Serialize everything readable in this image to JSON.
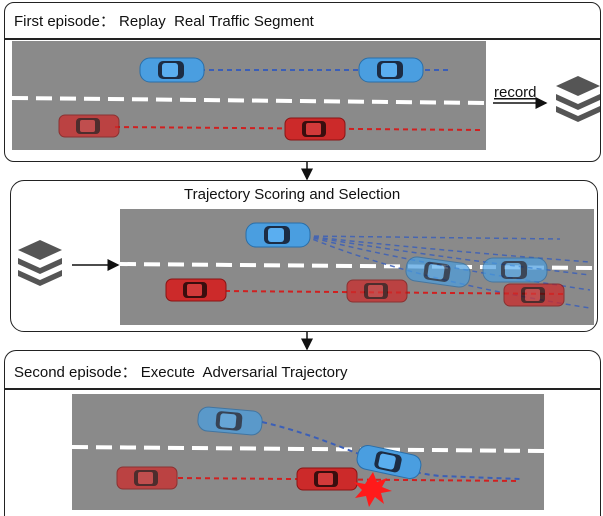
{
  "panel1": {
    "title": "First episode： Replay  Real Traffic Segment",
    "record_label": "record"
  },
  "panel2": {
    "title": "Trajectory Scoring and Selection"
  },
  "panel3": {
    "title": "Second episode： Execute  Adversarial Trajectory"
  },
  "colors": {
    "road": "#8a8a8a",
    "lane_mark": "#ffffff",
    "blue_car": "#4a9ee0",
    "red_car": "#cc2a2a",
    "blue_traj": "#3b5fb8",
    "red_traj": "#d02020",
    "crash": "#ff1a1a",
    "stack_icon": "#555555"
  },
  "icons": [
    "layers-stack-icon",
    "arrow-right-icon",
    "arrow-down-icon",
    "collision-star-icon"
  ]
}
